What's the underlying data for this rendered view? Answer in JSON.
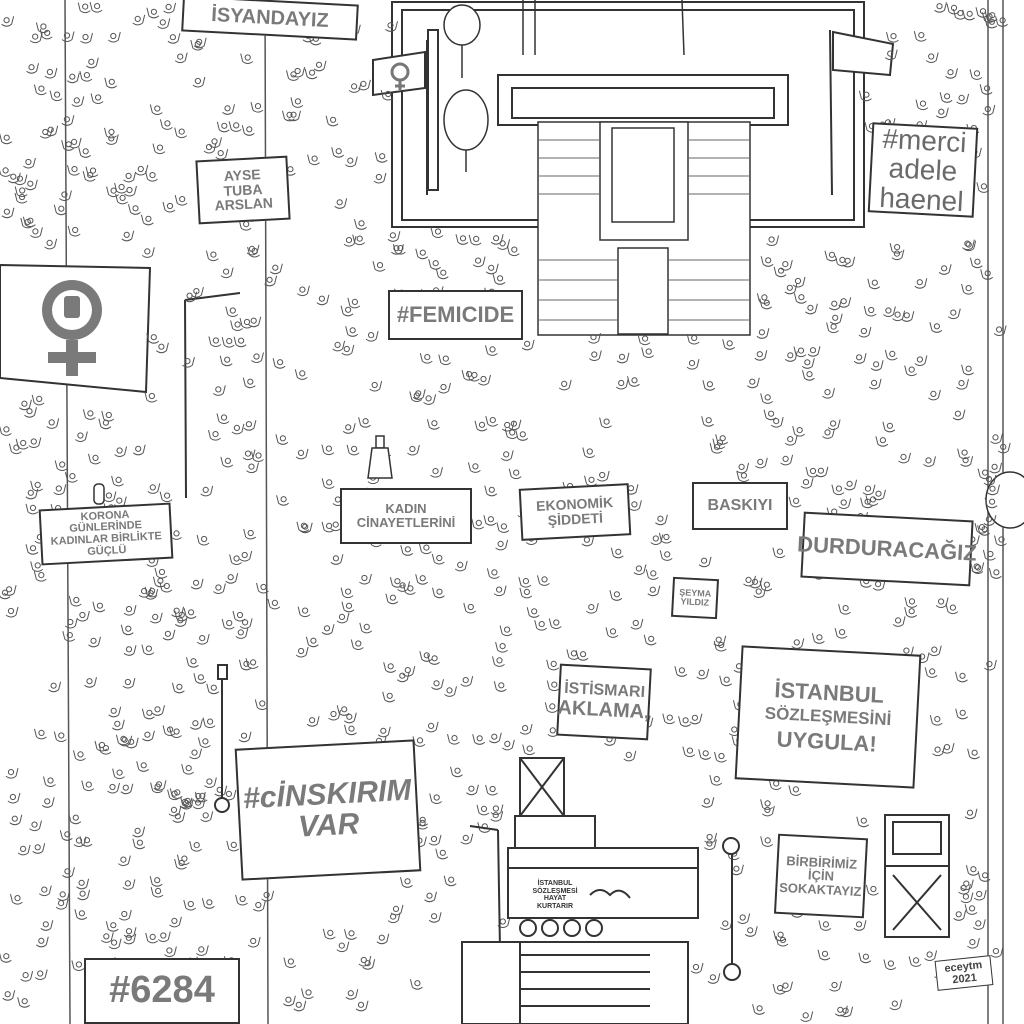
{
  "banners": {
    "isyandayiz": "İSYANDAYIZ",
    "ayse_line1": "AYSE TUBA",
    "ayse_line2": "ARSLAN",
    "femicide": "#FEMICIDE",
    "merci_line1": "#merci",
    "merci_line2": "adele",
    "merci_line3": "haenel",
    "korona_line1": "KORONA GÜNLERİNDE",
    "korona_line2": "KADINLAR BİRLİKTE",
    "korona_line3": "GÜÇLÜ",
    "kadin_line1": "KADIN",
    "kadin_line2": "CİNAYETLERİNİ",
    "ekonomik_line1": "EKONOMİK",
    "ekonomik_line2": "ŞİDDETİ",
    "baskiyi": "BASKIYI",
    "durduracagiz": "DURDURACAĞIZ",
    "seyma_line1": "ŞEYMA",
    "seyma_line2": "YILDIZ",
    "istismari_line1": "İSTİSMARI",
    "istismari_line2": "AKLAMA,",
    "istanbul_line1": "İSTANBUL",
    "istanbul_line2": "SÖZLEŞMESİNİ",
    "istanbul_line3": "UYGULA!",
    "cinskirim_line1": "#cİNSKIRIM",
    "cinskirim_line2": "VAR",
    "birbirimiz_line1": "BİRBİRİMİZ",
    "birbirimiz_line2": "İÇİN",
    "birbirimiz_line3": "SOKAKTAYIZ",
    "law": "#6284",
    "truck_line1": "İSTANBUL",
    "truck_line2": "SÖZLEŞMESİ",
    "truck_line3": "HAYAT",
    "truck_line4": "KURTARIR"
  },
  "signature": {
    "name": "eceytm",
    "year": "2021"
  },
  "colors": {
    "ink": "#333333",
    "banner_text": "#7a7a7a",
    "background": "#ffffff"
  },
  "icons": {
    "feminist_flag": "female-symbol-with-fist-icon",
    "gender_flag": "gender-symbol-icon",
    "trees": "tree-icon",
    "street_lamps": "street-lamp-icon",
    "bottle": "bottle-icon"
  }
}
